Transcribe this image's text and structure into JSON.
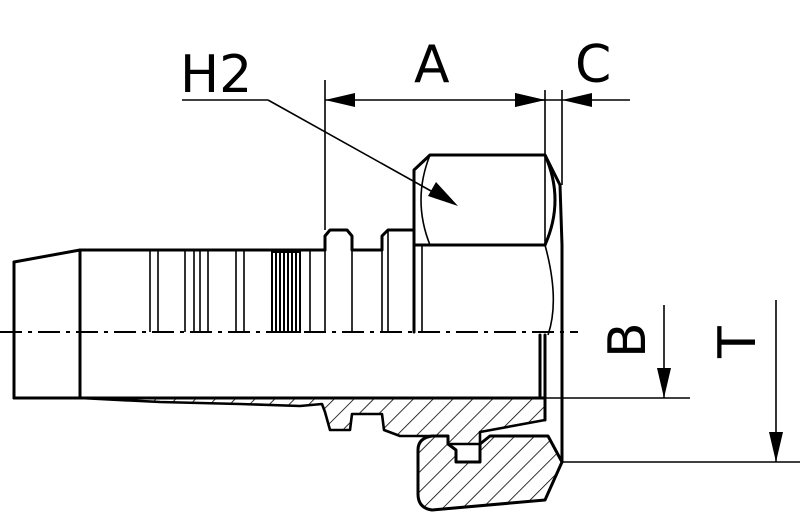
{
  "labels": {
    "h2": "H2",
    "a": "A",
    "c": "C",
    "b": "B",
    "t": "T"
  }
}
